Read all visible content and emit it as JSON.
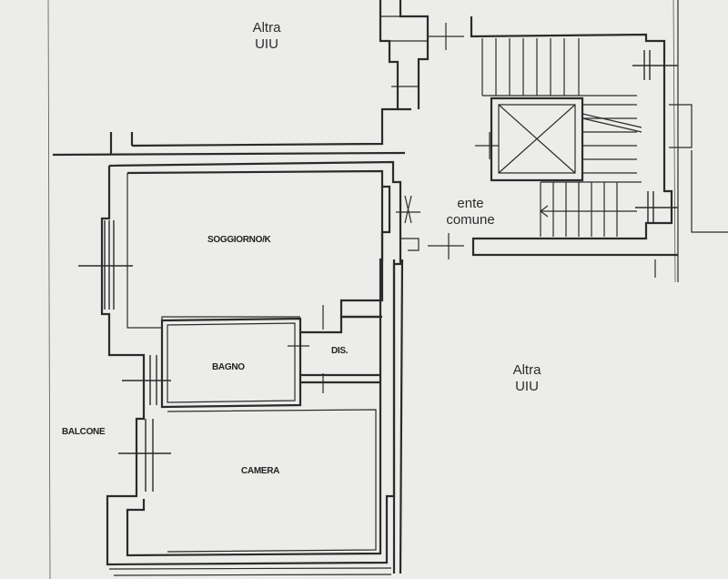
{
  "labels": {
    "altra_uiu_top": {
      "line1": "Altra",
      "line2": "UIU"
    },
    "altra_uiu_right": {
      "line1": "Altra",
      "line2": "UIU"
    },
    "ente_comune": {
      "line1": "ente",
      "line2": "comune"
    },
    "soggiorno": "SOGGIORNO/K",
    "bagno": "BAGNO",
    "dis": "DIS.",
    "balcone": "BALCONE",
    "camera": "CAMERA"
  },
  "colors": {
    "paper": "#ececea",
    "ink": "#2b2b2b"
  }
}
